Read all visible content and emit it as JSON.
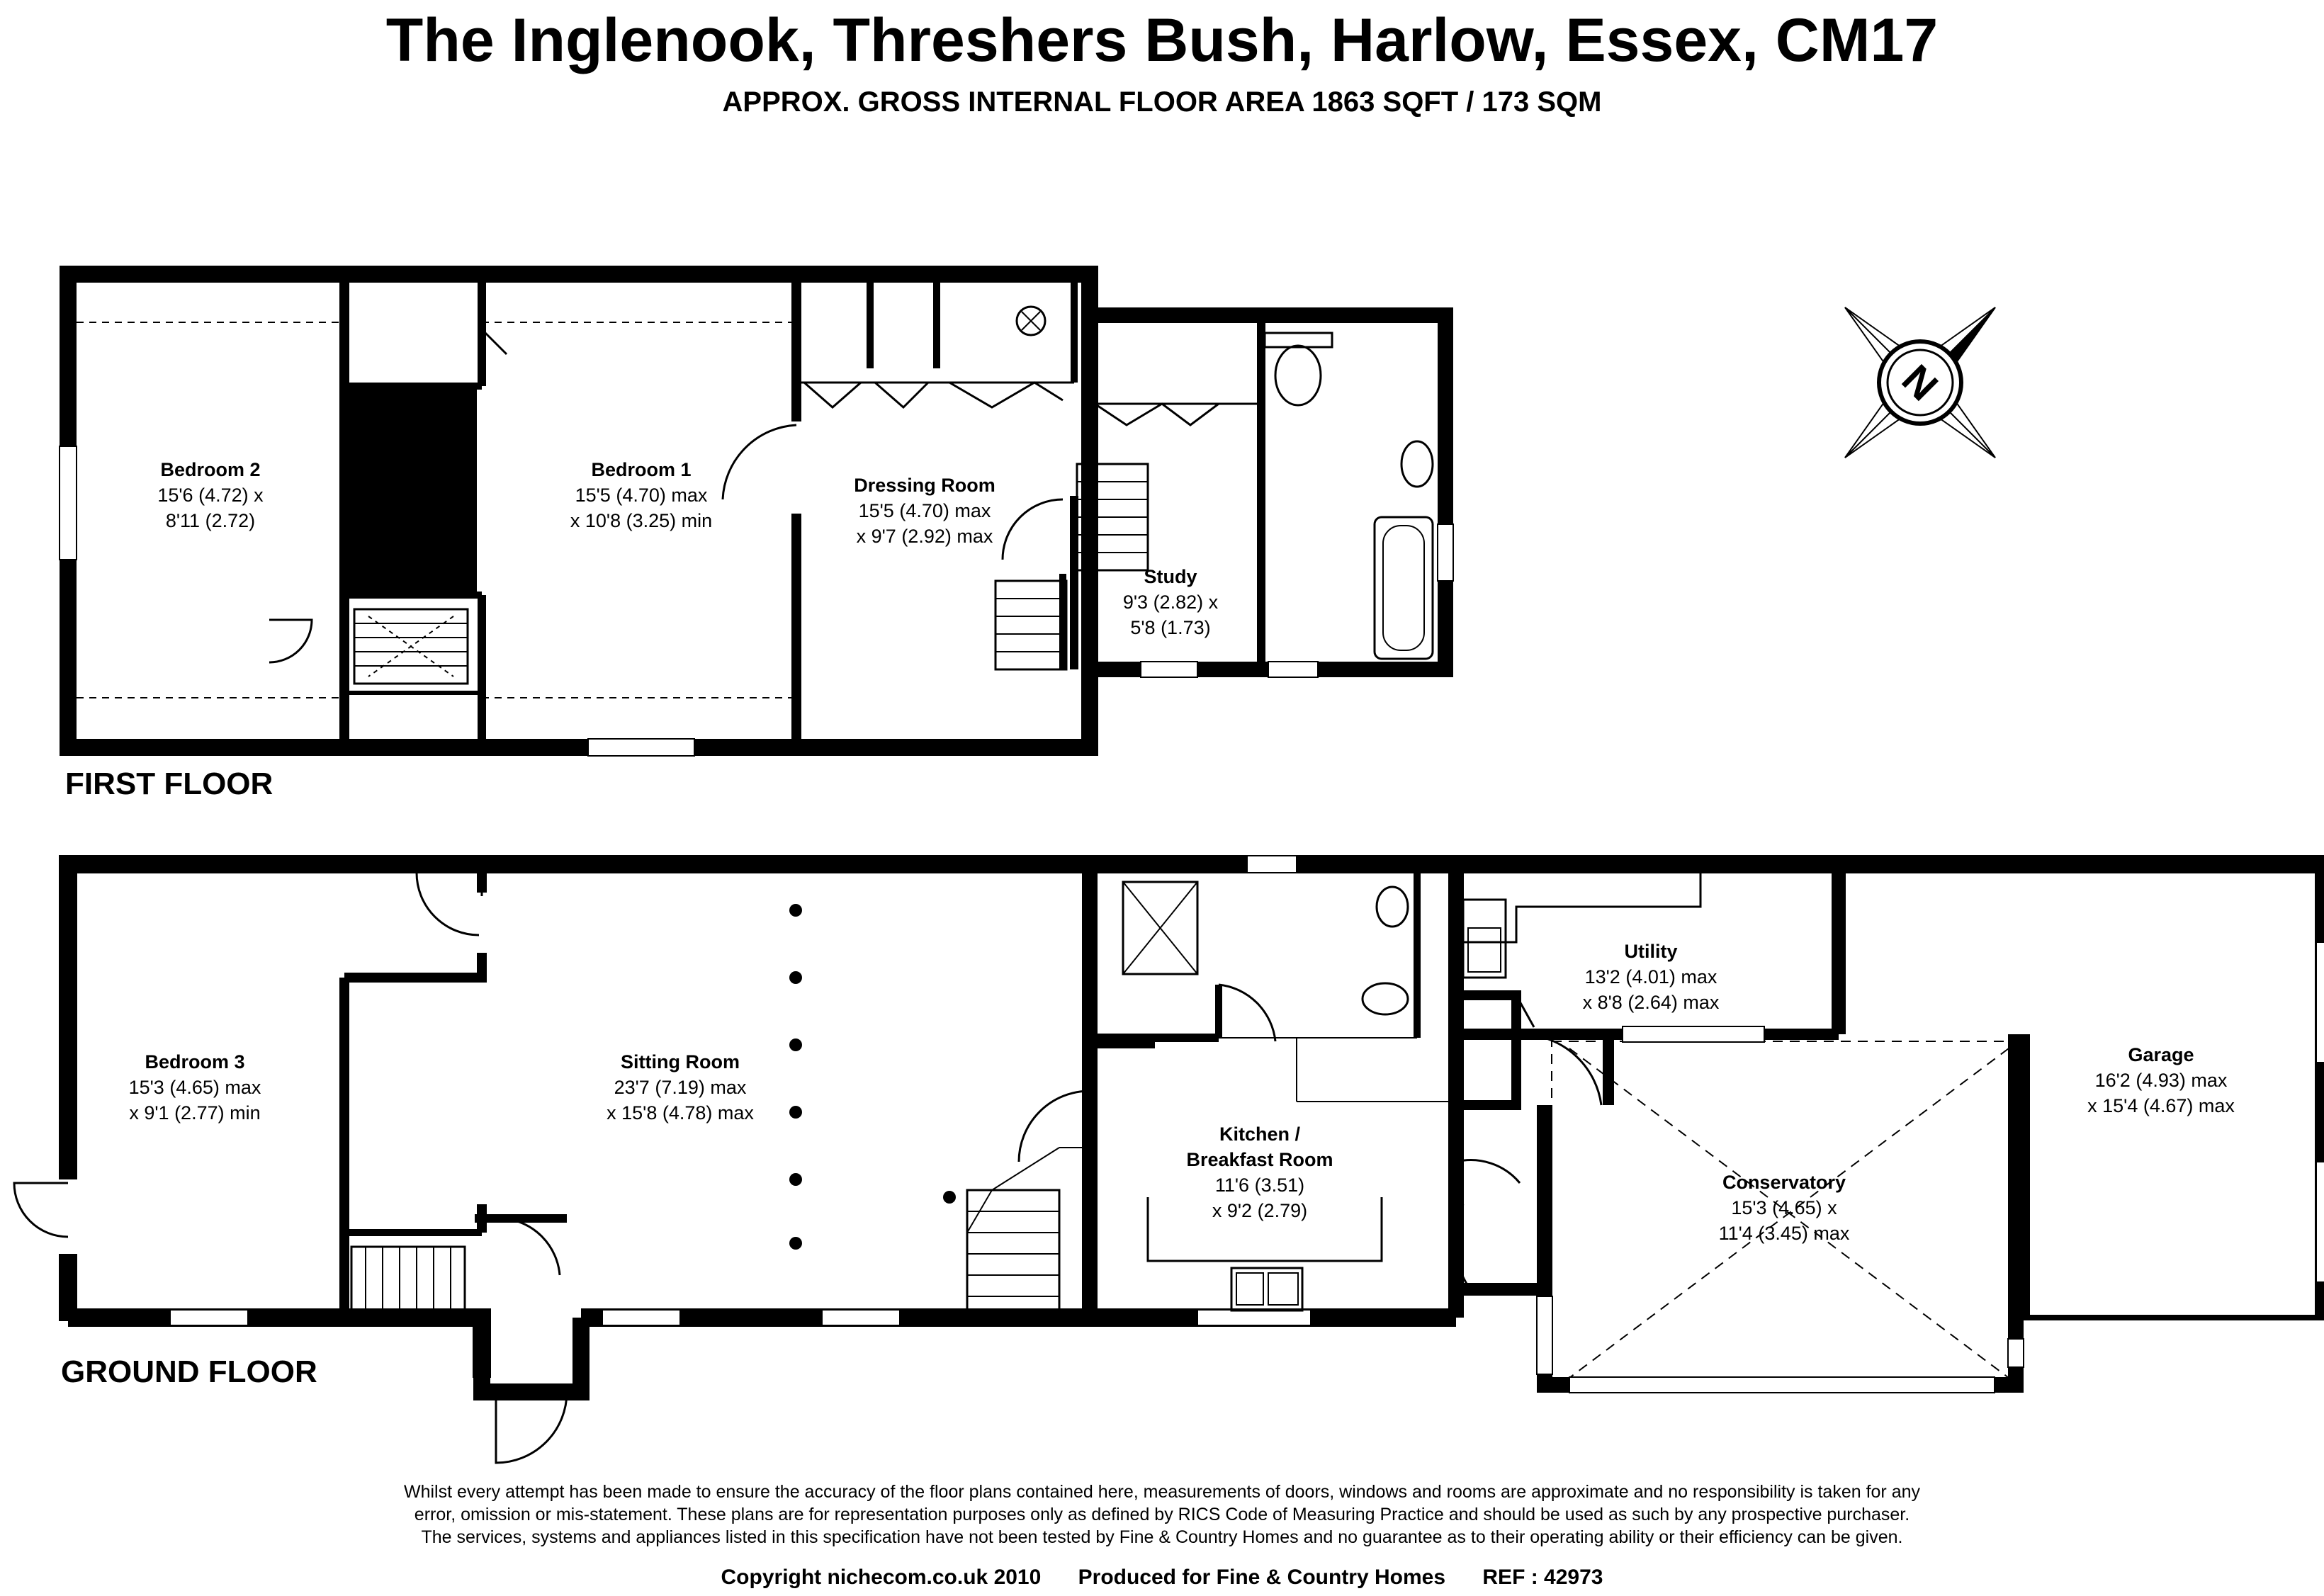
{
  "title": "The Inglenook, Threshers Bush, Harlow, Essex, CM17",
  "subtitle": "APPROX. GROSS INTERNAL FLOOR AREA 1863 SQFT / 173 SQM",
  "floors": {
    "first": "FIRST FLOOR",
    "ground": "GROUND FLOOR"
  },
  "compass": {
    "label": "N"
  },
  "rooms": {
    "bedroom2": {
      "name": "Bedroom 2",
      "l1": "15'6 (4.72) x",
      "l2": "8'11 (2.72)"
    },
    "bedroom1": {
      "name": "Bedroom 1",
      "l1": "15'5 (4.70) max",
      "l2": "x 10'8 (3.25) min"
    },
    "dressing": {
      "name": "Dressing Room",
      "l1": "15'5 (4.70) max",
      "l2": "x 9'7 (2.92) max"
    },
    "study": {
      "name": "Study",
      "l1": "9'3 (2.82) x",
      "l2": "5'8 (1.73)"
    },
    "bedroom3": {
      "name": "Bedroom 3",
      "l1": "15'3 (4.65) max",
      "l2": "x 9'1 (2.77) min"
    },
    "sitting": {
      "name": "Sitting Room",
      "l1": "23'7 (7.19) max",
      "l2": "x 15'8 (4.78) max"
    },
    "kitchen": {
      "name": "Kitchen /",
      "name2": "Breakfast Room",
      "l1": "11'6 (3.51)",
      "l2": "x 9'2 (2.79)"
    },
    "utility": {
      "name": "Utility",
      "l1": "13'2 (4.01) max",
      "l2": "x 8'8 (2.64) max"
    },
    "conservatory": {
      "name": "Conservatory",
      "l1": "15'3 (4.65) x",
      "l2": "11'4 (3.45) max"
    },
    "garage": {
      "name": "Garage",
      "l1": "16'2 (4.93) max",
      "l2": "x 15'4 (4.67) max"
    }
  },
  "disclaimer": [
    "Whilst every attempt has been made to ensure the accuracy of the floor plans contained here, measurements of doors, windows and rooms are approximate and no responsibility is taken for any",
    "error, omission or mis-statement.  These plans are for representation purposes only as defined by RICS Code of Measuring Practice and should be used as such by any prospective purchaser.",
    "The services, systems and appliances listed in this specification have not been tested by Fine & Country Homes and no guarantee as to their operating ability or their efficiency can be given."
  ],
  "footer": {
    "copyright": "Copyright nichecom.co.uk 2010",
    "produced": "Produced for Fine & Country Homes",
    "ref": "REF : 42973"
  }
}
